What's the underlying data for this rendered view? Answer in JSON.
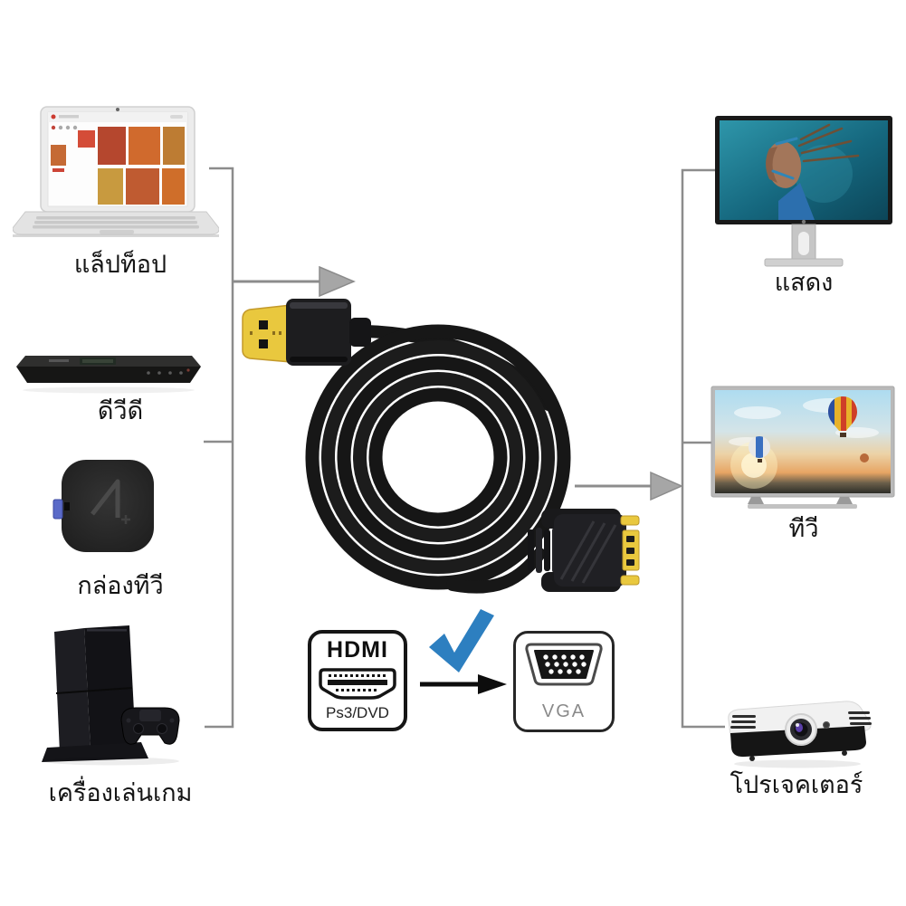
{
  "page": {
    "background": "#ffffff",
    "line_color": "#8c8c8c",
    "label_color": "#141414"
  },
  "sources": [
    {
      "name": "laptop",
      "label": "แล็ปท็อป"
    },
    {
      "name": "dvd-player",
      "label": "ดีวีดี"
    },
    {
      "name": "tv-box",
      "label": "กล่องทีวี"
    },
    {
      "name": "game-console",
      "label": "เครื่องเล่นเกม"
    }
  ],
  "outputs": [
    {
      "name": "monitor",
      "label": "แสดง"
    },
    {
      "name": "tv",
      "label": "ทีวี"
    },
    {
      "name": "projector",
      "label": "โปรเจคเตอร์"
    }
  ],
  "adapter": {
    "hdmi_box": {
      "title": "HDMI",
      "subtitle": "Ps3/DVD",
      "icon": "hdmi-connector-icon"
    },
    "vga_box": {
      "label": "VGA",
      "icon": "vga-connector-icon"
    },
    "checkmark": {
      "icon": "blue-check-icon",
      "color": "#2d7fc0"
    },
    "arrow": {
      "icon": "right-arrow-icon",
      "color": "#0d0d0d"
    }
  },
  "cable": {
    "left_connector": "hdmi-plug-gold",
    "right_connector": "vga-plug-gold",
    "cable_color": "#161616",
    "gold_color": "#e9c83e"
  }
}
